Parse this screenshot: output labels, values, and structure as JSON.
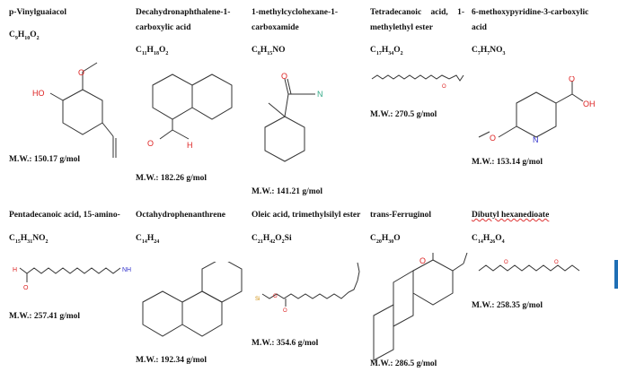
{
  "compounds": [
    {
      "name": "p-Vinylguaiacol",
      "formula": [
        "C",
        "9",
        "H",
        "10",
        "O",
        "2"
      ],
      "mw": "M.W.: 150.17 g/mol"
    },
    {
      "name": "Decahydronaphthalene-1-carboxylic acid",
      "formula": [
        "C",
        "11",
        "H",
        "18",
        "O",
        "2"
      ],
      "mw": "M.W.: 182.26 g/mol"
    },
    {
      "name": "1-methylcyclohexane-1-carboxamide",
      "formula": [
        "C",
        "8",
        "H",
        "15",
        "NO",
        ""
      ],
      "mw": "M.W.: 141.21 g/mol"
    },
    {
      "name": "Tetradecanoic acid, 1-methylethyl ester",
      "formula": [
        "C",
        "17",
        "H",
        "34",
        "O",
        "2"
      ],
      "mw": "M.W.: 270.5 g/mol"
    },
    {
      "name": "6-methoxypyridine-3-carboxylic acid",
      "formula": [
        "C",
        "7",
        "H",
        "7",
        "NO",
        "3"
      ],
      "mw": "M.W.: 153.14 g/mol"
    },
    {
      "name": "Pentadecanoic acid, 15-amino-",
      "formula": [
        "C",
        "15",
        "H",
        "31",
        "NO",
        "2"
      ],
      "mw": "M.W.: 257.41 g/mol"
    },
    {
      "name": "Octahydrophenanthrene",
      "formula": [
        "C",
        "14",
        "H",
        "24",
        "",
        ""
      ],
      "mw": "M.W.: 192.34 g/mol"
    },
    {
      "name": "Oleic acid, trimethylsilyl ester",
      "formula": [
        "C",
        "21",
        "H",
        "42",
        "O",
        "2",
        "Si"
      ],
      "mw": "M.W.: 354.6 g/mol"
    },
    {
      "name": "trans-Ferruginol",
      "formula": [
        "C",
        "20",
        "H",
        "30",
        "O",
        ""
      ],
      "mw": "M.W.: 286.5 g/mol"
    },
    {
      "name": "Dibutyl hexanedioate",
      "formula": [
        "C",
        "14",
        "H",
        "26",
        "O",
        "4"
      ],
      "mw": "M.W.: 258.35 g/mol"
    }
  ],
  "atoms": {
    "o": "O",
    "h": "H",
    "ho": "HO",
    "n": "N",
    "nh": "NH",
    "si": "Si",
    "oh": "OH"
  }
}
